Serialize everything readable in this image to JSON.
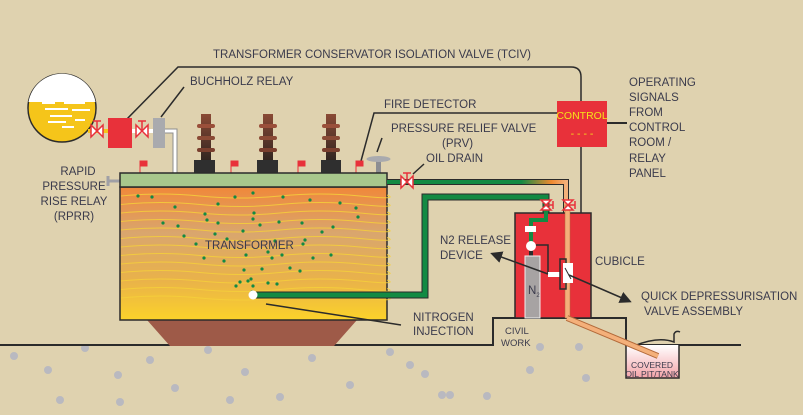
{
  "colors": {
    "background": "#dfd2af",
    "control_box": "#e8313a",
    "cubicle": "#e8313a",
    "tank_top": "#a8c78c",
    "oil_top": "#f0883a",
    "oil_bottom": "#fbd22a",
    "nitrogen_pipe": "#138a43",
    "drain_pipe": "#f4b07a",
    "base": "#9e5a48",
    "label": "#3b3b4c"
  },
  "labels": {
    "tciv": "TRANSFORMER CONSERVATOR ISOLATION VALVE (TCIV)",
    "buchholz": "BUCHHOLZ RELAY",
    "fire_detector": "FIRE DETECTOR",
    "prv_1": "PRESSURE RELIEF VALVE",
    "prv_2": "(PRV)",
    "oil_drain": "OIL DRAIN",
    "control": "CONTROL",
    "control_sub": "- - - -",
    "operating": [
      "OPERATING",
      "SIGNALS",
      "FROM",
      "CONTROL",
      "ROOM /",
      "RELAY",
      "PANEL"
    ],
    "rprr": [
      "RAPID",
      "PRESSURE",
      "RISE RELAY",
      "(RPRR)"
    ],
    "transformer": "TRANSFORMER",
    "n2_release": [
      "N2 RELEASE",
      "DEVICE"
    ],
    "cubicle": "CUBICLE",
    "n2": "N",
    "n2_sub": "2",
    "qdva": [
      "QUICK DEPRESSURISATION",
      "VALVE ASSEMBLY"
    ],
    "nitrogen_injection": [
      "NITROGEN",
      "INJECTION"
    ],
    "civil_work": [
      "CIVIL",
      "WORK"
    ],
    "oil_pit": [
      "COVERED",
      "OIL PIT/TANK"
    ]
  }
}
